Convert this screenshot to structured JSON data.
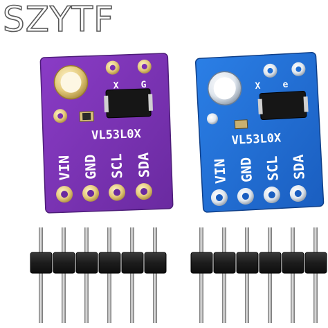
{
  "watermark": {
    "text": "SZYTF"
  },
  "colors": {
    "purple_board": "#7a2fb4",
    "blue_board": "#1f6fd6",
    "gold_pad": "#e3c97a",
    "silver_pad": "#e9eef4",
    "header_plastic": "#222222",
    "pin_metal": "#9a9a9a"
  },
  "boards": [
    {
      "id": "purple",
      "model_label": "VL53L0X",
      "corner_labels": [
        "X",
        "G"
      ],
      "pin_labels": [
        "VIN",
        "GND",
        "SCL",
        "SDA"
      ]
    },
    {
      "id": "blue",
      "model_label": "VL53L0X",
      "corner_labels": [
        "X",
        "e"
      ],
      "pin_labels": [
        "VIN",
        "GND",
        "SCL",
        "SDA"
      ]
    }
  ],
  "pin_header_count": 2,
  "pins_per_header": 6
}
